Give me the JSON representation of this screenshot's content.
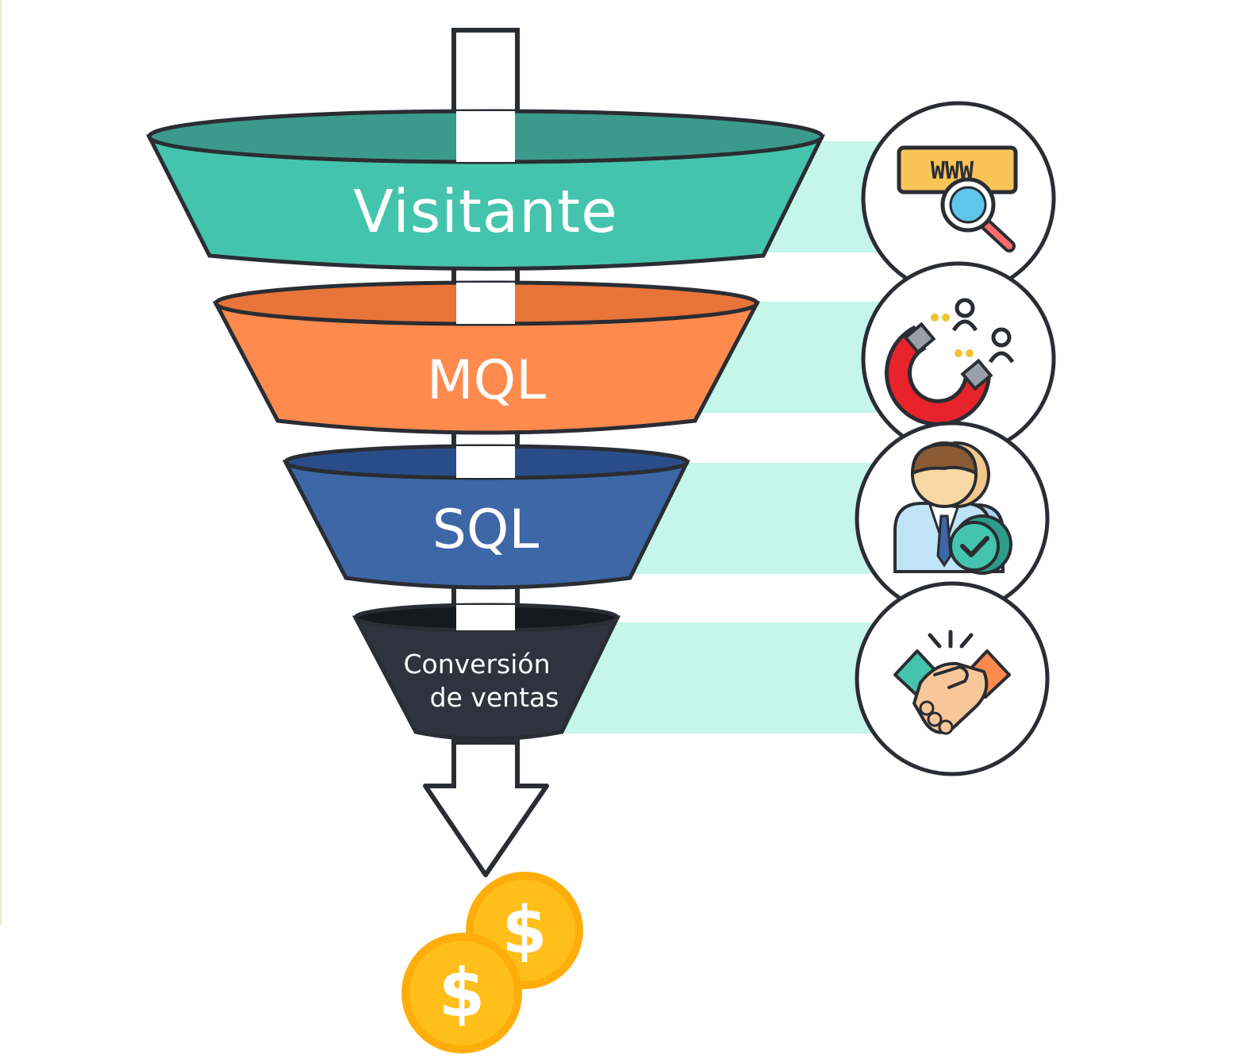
{
  "stages": [
    {
      "label": "Visitante",
      "icon": "www-search-icon",
      "color": "#45c4ad",
      "rim": "#3c9a8c"
    },
    {
      "label": "MQL",
      "icon": "magnet-attract-users-icon",
      "color": "#ff8a4d",
      "rim": "#e8743a"
    },
    {
      "label": "SQL",
      "icon": "qualified-customer-icon",
      "color": "#3e67a8",
      "rim": "#2a4d8a"
    },
    {
      "label_lines": [
        "Conversión",
        "de ventas"
      ],
      "icon": "handshake-icon",
      "color": "#2e333d",
      "rim": "#15181d"
    }
  ],
  "icon_text": {
    "www": "WWW",
    "coin_symbol": "$"
  },
  "colors": {
    "band": "#c6f5ea",
    "arrow": "#ffffff",
    "outline": "#2a2d33",
    "coin": "#ffbf1a",
    "coin_dark": "#ffad0a",
    "background": "#ffffff"
  }
}
